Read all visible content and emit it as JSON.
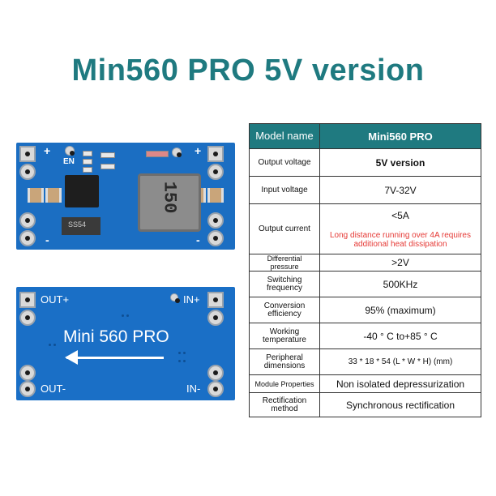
{
  "title": "Min560 PRO 5V version",
  "board_top": {
    "en_label": "EN",
    "plus_left": "+",
    "plus_right": "+",
    "minus_left": "-",
    "minus_right": "-",
    "inductor_text": "150",
    "diode_text": "SS54"
  },
  "board_bottom": {
    "out_plus": "OUT+",
    "in_plus": "IN+",
    "out_minus": "OUT-",
    "in_minus": "IN-",
    "name": "Mini 560 PRO"
  },
  "table": {
    "header": {
      "label": "Model name",
      "value": "Mini560  PRO"
    },
    "rows": [
      {
        "label": "Output voltage",
        "value": "5V version"
      },
      {
        "label": "Input voltage",
        "value": "7V-32V"
      },
      {
        "label": "Output current",
        "value": "<5A",
        "note": "Long distance running over 4A requires additional heat dissipation"
      },
      {
        "label": "Differential pressure",
        "value": ">2V"
      },
      {
        "label": "Switching frequency",
        "value": "500KHz"
      },
      {
        "label": "Conversion efficiency",
        "value": "95% (maximum)"
      },
      {
        "label": "Working temperature",
        "value": "-40 ° C to+85 ° C"
      },
      {
        "label": "Peripheral dimensions",
        "value": "33 * 18 * 54 (L * W * H) (mm)"
      },
      {
        "label": "Module Properties",
        "value": "Non isolated depressurization"
      },
      {
        "label": "Rectification method",
        "value": "Synchronous rectification"
      }
    ]
  },
  "colors": {
    "title": "#1f7a80",
    "header_bg": "#1f7a80",
    "accent_orange": "#e08a1e",
    "note_red": "#e53935",
    "pcb_blue": "#1b6ec2"
  }
}
